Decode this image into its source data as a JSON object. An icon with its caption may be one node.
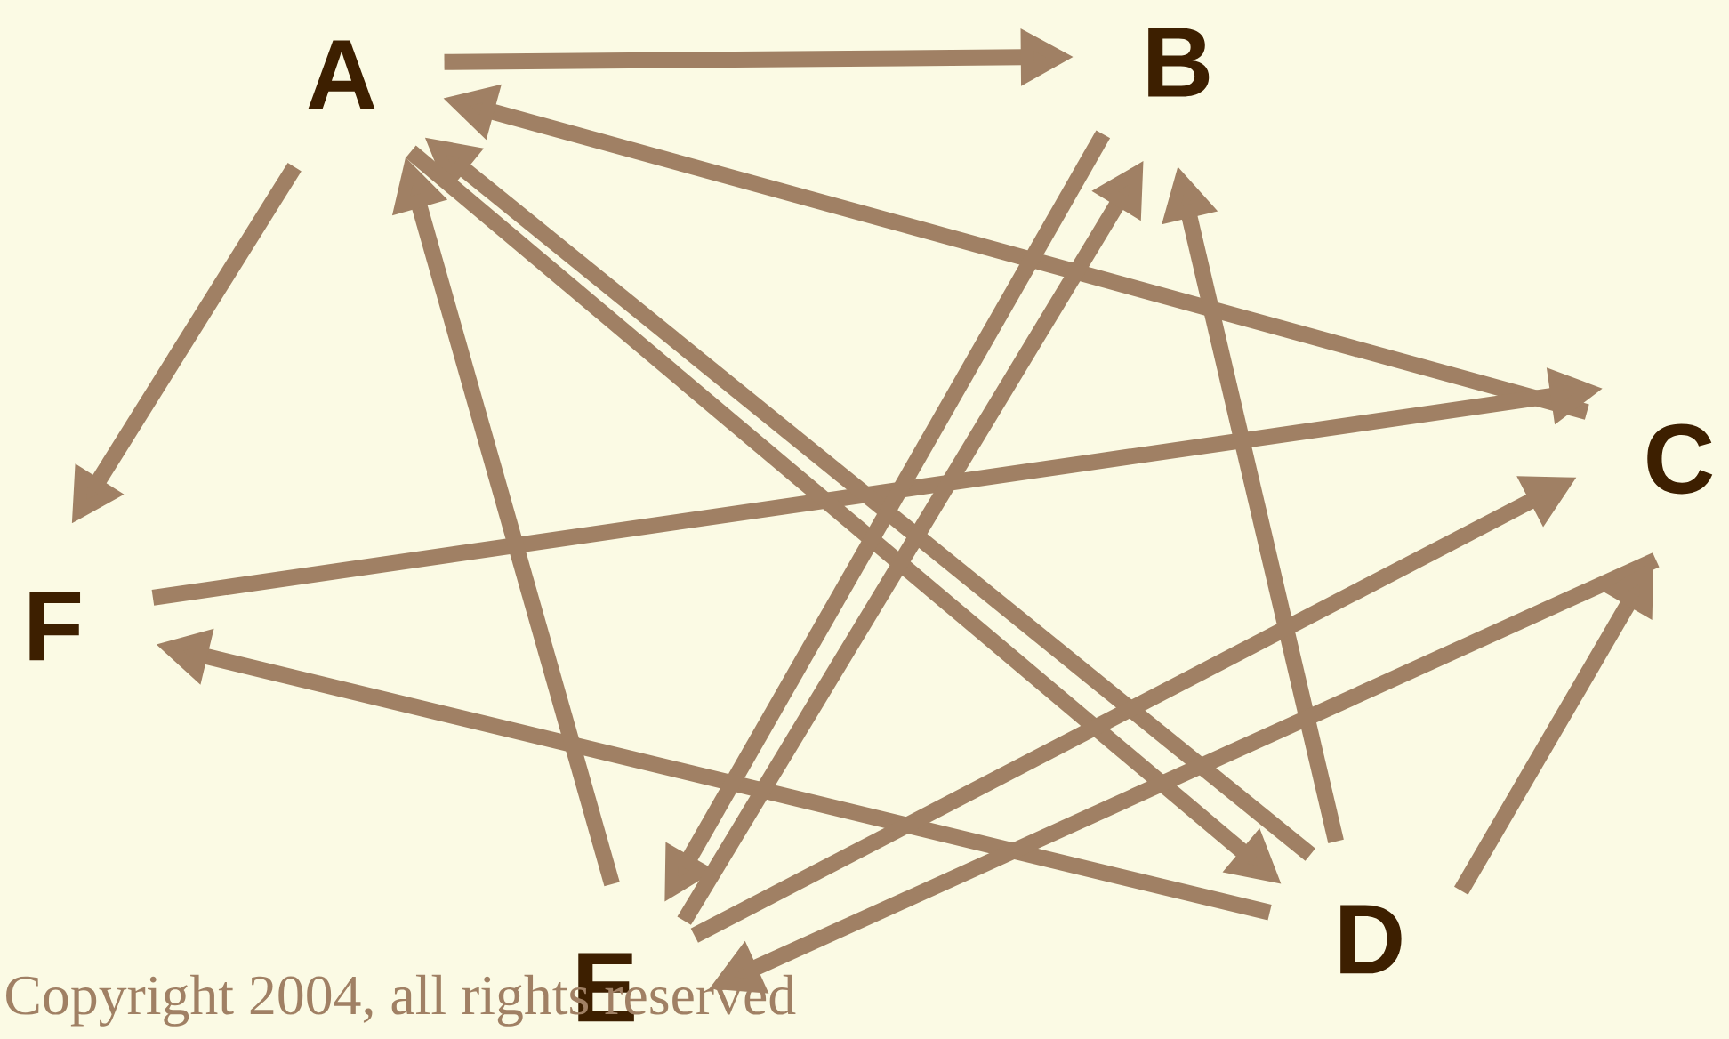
{
  "diagram": {
    "nodes": [
      {
        "text": [
          "A"
        ]
      },
      {
        "text": [
          "B"
        ]
      },
      {
        "text": [
          "C"
        ]
      },
      {
        "text": [
          "D"
        ]
      },
      {
        "text": [
          "E"
        ]
      },
      {
        "text": [
          "F"
        ]
      }
    ],
    "edges": [
      {
        "from": 0,
        "to": 1,
        "arrow": "to"
      },
      {
        "from": 0,
        "to": 5,
        "arrow": "to"
      },
      {
        "from": 2,
        "to": 0,
        "arrow": "to"
      },
      {
        "from": 5,
        "to": 2,
        "arrow": "to"
      },
      {
        "from": 3,
        "to": 5,
        "arrow": "to"
      },
      {
        "from": 4,
        "to": 0,
        "arrow": "to"
      },
      {
        "from": 3,
        "to": 0,
        "arrow": "to"
      },
      {
        "from": 0,
        "to": 3,
        "arrow": "to"
      },
      {
        "from": 1,
        "to": 4,
        "arrow": "to"
      },
      {
        "from": 4,
        "to": 1,
        "arrow": "to"
      },
      {
        "from": 3,
        "to": 1,
        "arrow": "to"
      },
      {
        "from": 4,
        "to": 2,
        "arrow": "to"
      },
      {
        "from": 2,
        "to": 4,
        "arrow": "to"
      },
      {
        "from": 3,
        "to": 2,
        "arrow": "to"
      }
    ],
    "labels": [
      "Copyright 2004, all rights reserved"
    ]
  }
}
